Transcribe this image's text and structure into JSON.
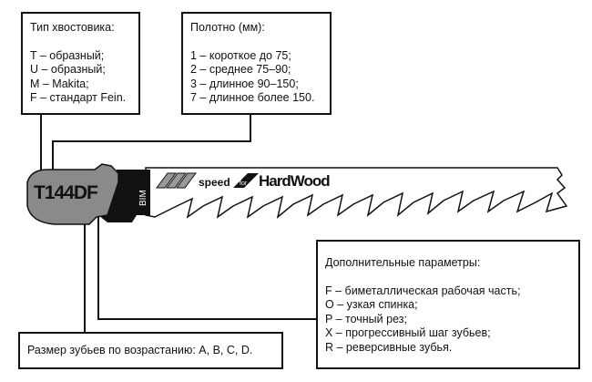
{
  "shank_box": {
    "title": "Тип хвостовика:",
    "items": [
      "T – образный;",
      "U – образный;",
      "M – Makita;",
      "F – стандарт Fein."
    ]
  },
  "blade_box": {
    "title": "Полотно (мм):",
    "items": [
      "1 – короткое до 75;",
      "2 – среднее 75–90;",
      "3 – длинное 90–150;",
      "7 – длинное более 150."
    ]
  },
  "extra_box": {
    "title": "Дополнительные параметры:",
    "items": [
      "F – биметаллическая рабочая часть;",
      "O – узкая спинка;",
      "P – точный рез;",
      "X – прогрессивный шаг зубьев;",
      "R – реверсивные зубья."
    ]
  },
  "teeth_box": {
    "text": "Размер зубьев по возрастанию: A, B, C, D."
  },
  "blade": {
    "code": "T144DF",
    "material": "BIM",
    "speed_label": "speed",
    "for_label": "for",
    "wood_label": "HardWood",
    "tang_color": "#8a8a8a"
  }
}
